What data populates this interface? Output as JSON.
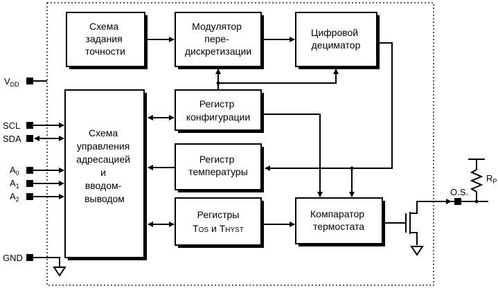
{
  "blocks": {
    "precision": [
      "Схема",
      "задания",
      "точности"
    ],
    "modulator": [
      "Модулятор",
      "пере-",
      "дискретизации"
    ],
    "decimator": [
      "Цифровой",
      "дециматор"
    ],
    "config": [
      "Регистр",
      "конфигурации"
    ],
    "temperature": [
      "Регистр",
      "температуры"
    ],
    "tos_thyst": {
      "line1": "Регистры",
      "line2": {
        "t1": "T",
        "s1": "OS",
        "mid": " и ",
        "t2": "T",
        "s2": "HYST"
      }
    },
    "comparator": [
      "Компаратор",
      "термостата"
    ],
    "control": [
      "Схема",
      "управления",
      "адресацией",
      "и",
      "вводом-",
      "выводом"
    ]
  },
  "pins": {
    "vdd": {
      "main": "V",
      "sub": "DD"
    },
    "scl": "SCL",
    "sda": "SDA",
    "a0": {
      "main": "A",
      "sub": "0"
    },
    "a1": {
      "main": "A",
      "sub": "1"
    },
    "a2": {
      "main": "A",
      "sub": "2"
    },
    "gnd": "GND",
    "os": "O.S.",
    "rp": {
      "main": "R",
      "sub": "P"
    }
  }
}
